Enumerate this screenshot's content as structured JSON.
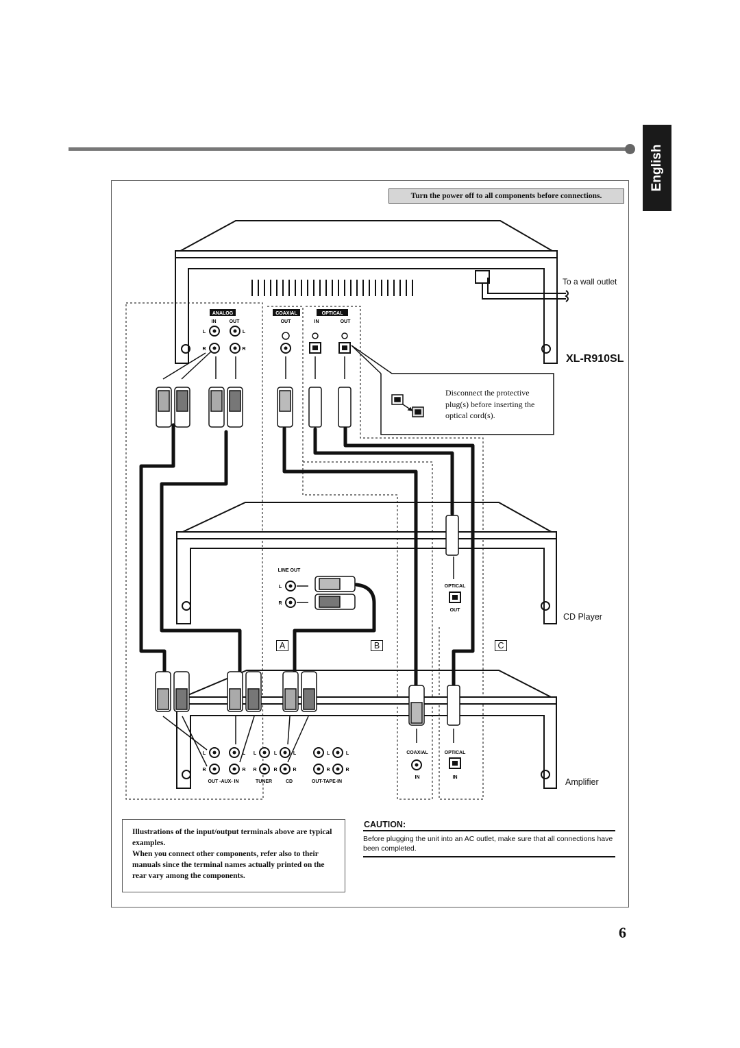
{
  "header": {
    "tab_label": "English"
  },
  "warning": {
    "text": "Turn the power off to all components before connections."
  },
  "devices": {
    "main_model": "XL-R910SL",
    "wall_outlet": "To a wall outlet",
    "cd_player": "CD Player",
    "amplifier": "Amplifier"
  },
  "main_unit_panel": {
    "analog": "ANALOG",
    "coaxial": "COAXIAL",
    "optical": "OPTICAL",
    "in": "IN",
    "out": "OUT",
    "l": "L",
    "r": "R"
  },
  "protective_note": "Disconnect the protective plug(s) before inserting the optical cord(s).",
  "cd_panel": {
    "line_out": "LINE OUT",
    "l": "L",
    "r": "R",
    "optical": "OPTICAL",
    "out": "OUT"
  },
  "connection_labels": {
    "a": "A",
    "b": "B",
    "c": "C"
  },
  "amp_panel": {
    "l": "L",
    "r": "R",
    "out_aux_in": "OUT -AUX- IN",
    "tuner": "TUNER",
    "cd": "CD",
    "out_tape_in": "OUT-TAPE-IN",
    "coaxial": "COAXIAL",
    "optical": "OPTICAL",
    "in": "IN"
  },
  "note_box": {
    "paragraph1": "Illustrations of the input/output terminals above are typical examples.",
    "paragraph2": "When you connect other components, refer also to their manuals since the terminal names actually printed on the rear vary among the components."
  },
  "caution": {
    "title": "CAUTION:",
    "text": "Before plugging the unit into an AC outlet, make sure that all connections have been completed."
  },
  "page_number": "6"
}
